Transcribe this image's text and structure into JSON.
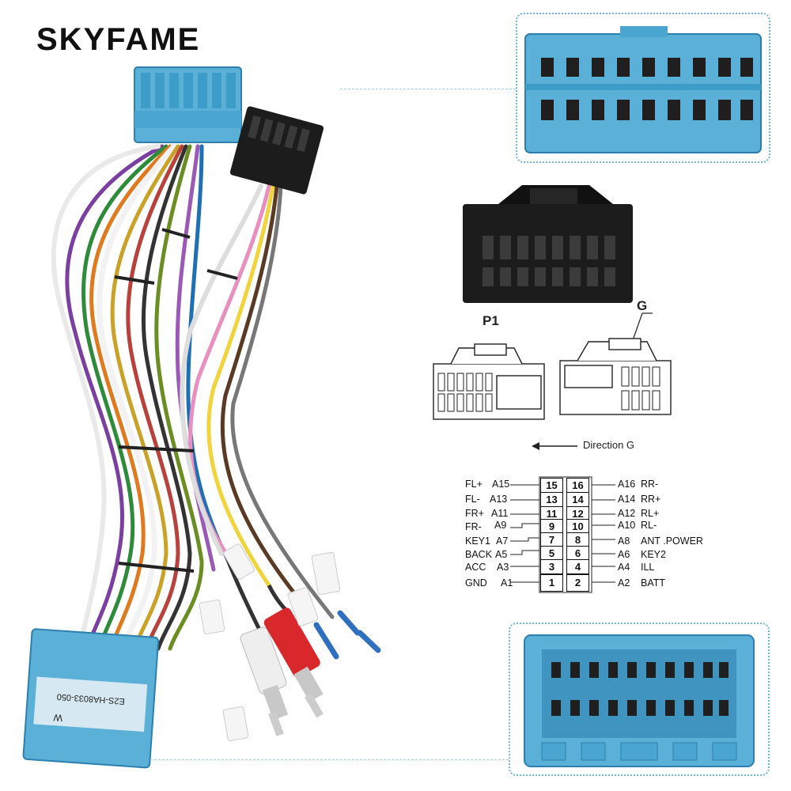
{
  "brand": {
    "name": "SKYFAME",
    "watermark": "SKYFAME"
  },
  "labels": {
    "plug_p1": "P1",
    "plug_g": "G",
    "direction": "Direction G"
  },
  "cable_tags": {
    "main_plug_text": "E2S-HA8033-050",
    "main_plug_letter": "W"
  },
  "pinout": {
    "rows": [
      {
        "left_name": "FL+",
        "left_code": "A15",
        "left_pin": "15",
        "right_pin": "16",
        "right_code": "A16",
        "right_name": "RR-"
      },
      {
        "left_name": "FL-",
        "left_code": "A13",
        "left_pin": "13",
        "right_pin": "14",
        "right_code": "A14",
        "right_name": "RR+"
      },
      {
        "left_name": "FR+",
        "left_code": "A11",
        "left_pin": "11",
        "right_pin": "12",
        "right_code": "A12",
        "right_name": "RL+"
      },
      {
        "left_name": "FR-",
        "left_code": "A9",
        "left_pin": "9",
        "right_pin": "10",
        "right_code": "A10",
        "right_name": "RL-"
      },
      {
        "left_name": "KEY1",
        "left_code": "A7",
        "left_pin": "7",
        "right_pin": "8",
        "right_code": "A8",
        "right_name": "ANT .POWER"
      },
      {
        "left_name": "BACK",
        "left_code": "A5",
        "left_pin": "5",
        "right_pin": "6",
        "right_code": "A6",
        "right_name": "KEY2"
      },
      {
        "left_name": "ACC",
        "left_code": "A3",
        "left_pin": "3",
        "right_pin": "4",
        "right_code": "A4",
        "right_name": "ILL"
      },
      {
        "left_name": "GND",
        "left_code": "A1",
        "left_pin": "1",
        "right_pin": "2",
        "right_code": "A2",
        "right_name": "BATT"
      }
    ]
  },
  "colors": {
    "connector_blue": "#5ab0d6",
    "connector_blue_dark": "#2c7fae",
    "plug_black": "#1c1c1c",
    "rca_red": "#d8282c",
    "rca_white": "#eeeeee",
    "callout_border": "#6fb4da"
  }
}
